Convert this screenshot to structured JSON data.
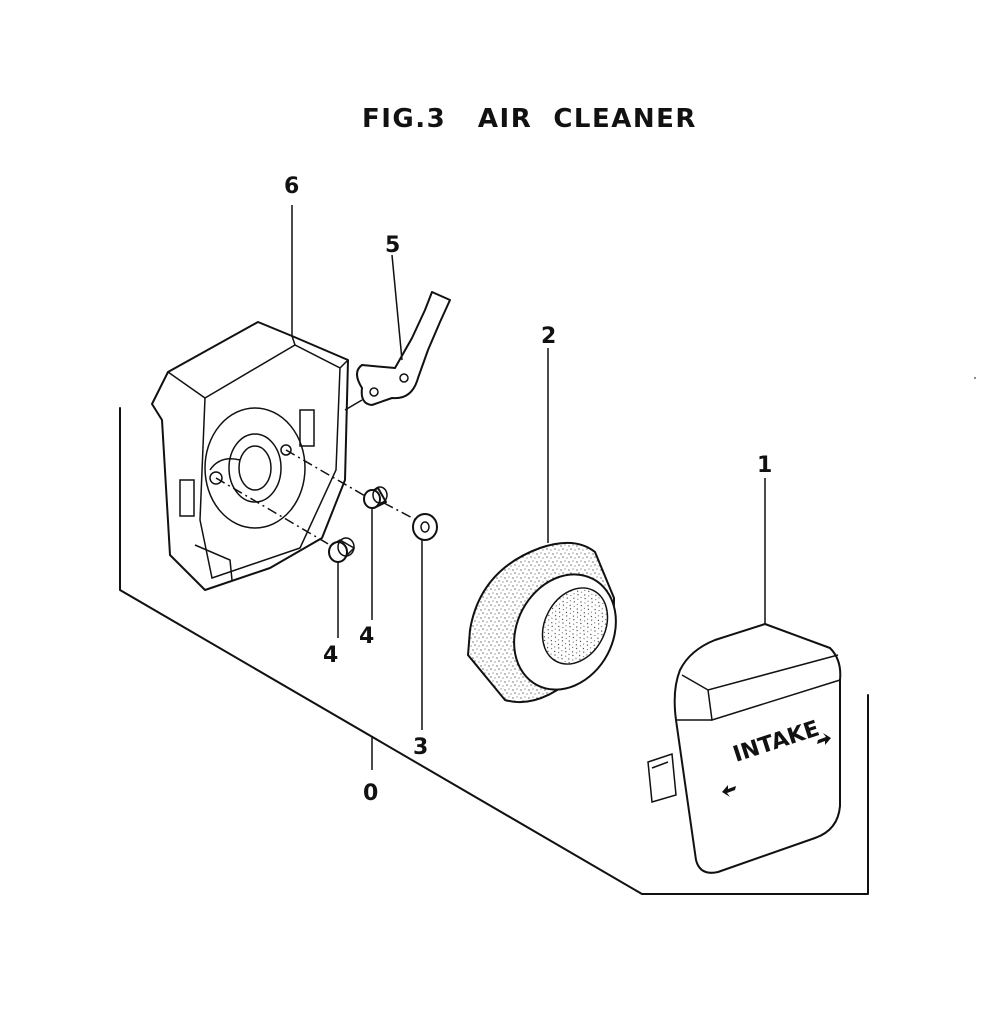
{
  "figure": {
    "title": "FIG.3   AIR  CLEANER"
  },
  "parts": [
    {
      "id": "part-1",
      "callout": "1"
    },
    {
      "id": "part-2",
      "callout": "2"
    },
    {
      "id": "part-3",
      "callout": "3"
    },
    {
      "id": "part-4a",
      "callout": "4"
    },
    {
      "id": "part-4b",
      "callout": "4"
    },
    {
      "id": "part-5",
      "callout": "5"
    },
    {
      "id": "part-6",
      "callout": "6"
    },
    {
      "id": "assembly",
      "callout": "0"
    }
  ],
  "cover_label": "INTAKE"
}
